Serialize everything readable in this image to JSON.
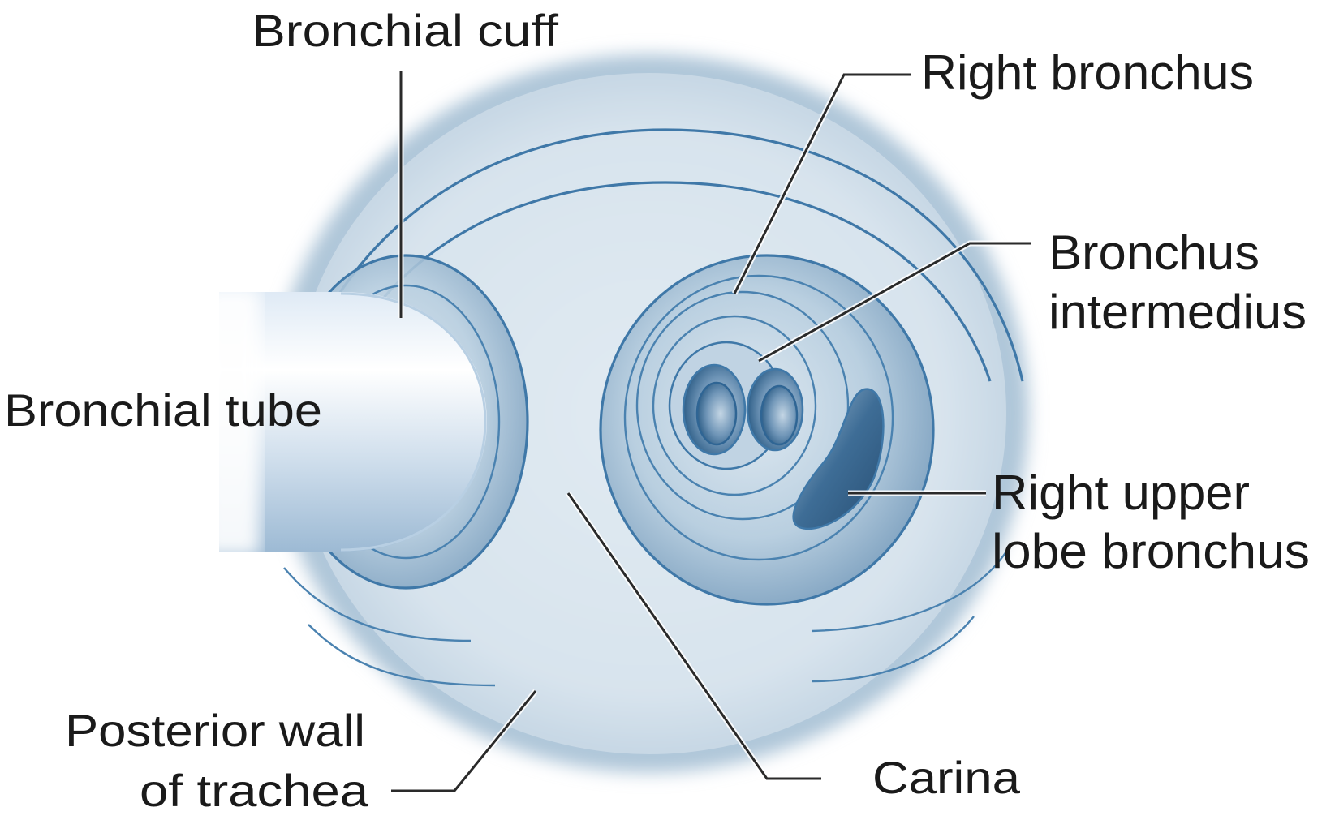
{
  "diagram": {
    "subject": "Double-lumen bronchial tube in trachea (bronchoscopic view)",
    "colors": {
      "tissue_light": "#e6eef4",
      "tissue_mid": "#c5d6e3",
      "tissue_dark": "#8fafc8",
      "ring_line": "#3f78a8",
      "lumen_dark": "#2f5f88",
      "tube": "#f2f6fb",
      "label_text": "#1a1a1a",
      "leader_line": "#2a2a2a"
    },
    "labels": {
      "bronchial_cuff": "Bronchial cuff",
      "right_bronchus": "Right bronchus",
      "bronchus_intermedius_line1": "Bronchus",
      "bronchus_intermedius_line2": "intermedius",
      "bronchial_tube": "Bronchial tube",
      "right_upper_lobe_line1": "Right upper",
      "right_upper_lobe_line2": "lobe bronchus",
      "posterior_wall_line1": "Posterior wall",
      "posterior_wall_line2": "of trachea",
      "carina": "Carina"
    }
  }
}
